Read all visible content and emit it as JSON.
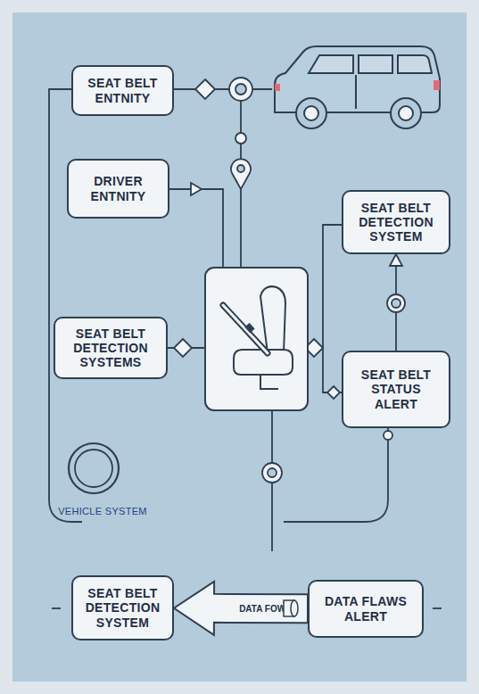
{
  "diagram": {
    "nodes": [
      {
        "text": [
          "SEAT BELT ENTNITY"
        ]
      },
      {
        "text": [
          "DRIVER ENTNITY"
        ]
      },
      {
        "text": [
          "SEAT BELT DETECTION SYSTEM"
        ]
      },
      {
        "text": [
          "SEAT BELT DETECTION SYSTEMS"
        ]
      },
      {
        "text": [
          "SEAT BELT STATUS ALERT"
        ]
      },
      {
        "text": [
          "SEAT BELT DETECTION SYSTEM"
        ]
      },
      {
        "text": [
          "DATA FLAWS ALERT"
        ]
      }
    ],
    "edges": [
      {
        "from": 6,
        "to": 5,
        "label": "DATA FOWS",
        "arrow": "to"
      },
      {
        "from": 4,
        "to": 2,
        "arrow": "to"
      }
    ],
    "labels": [
      "VEHICLE SYSTEM"
    ]
  }
}
